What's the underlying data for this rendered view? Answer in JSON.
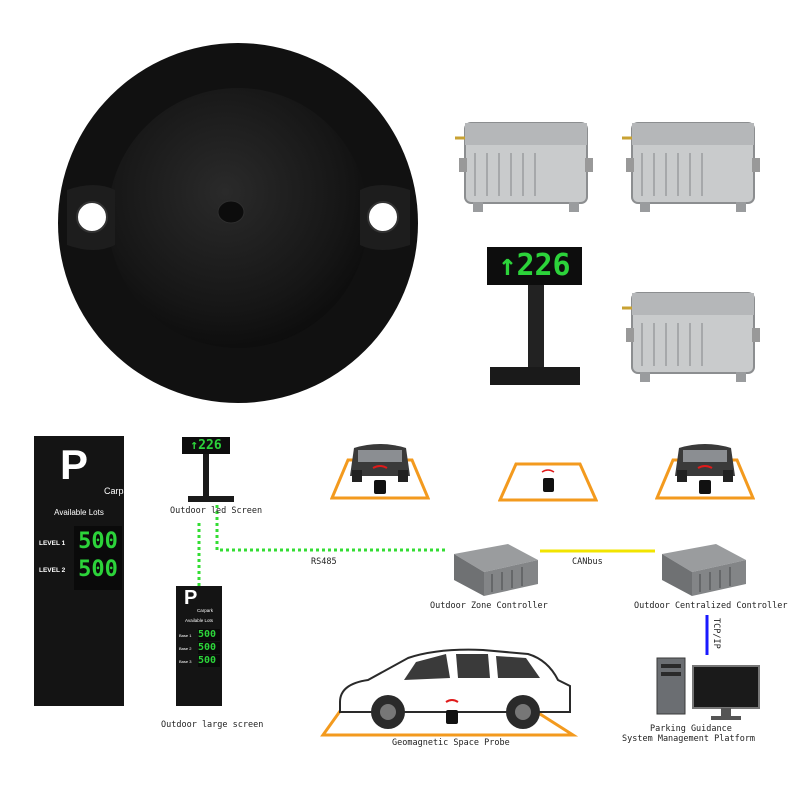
{
  "colors": {
    "led_green": "#2cd33a",
    "rs485_line": "#33dd33",
    "canbus_line": "#f2e400",
    "tcpip_line": "#1a1aff",
    "bay_outline": "#f39a1e"
  },
  "led_display": {
    "arrow": "↑",
    "number": "226"
  },
  "big_sign": {
    "letter": "P",
    "name": "Carpark",
    "subtitle": "Available Lots",
    "rows": [
      {
        "label": "LEVEL  1",
        "value": "500"
      },
      {
        "label": "LEVEL  2",
        "value": "500"
      }
    ]
  },
  "small_sign": {
    "letter": "P",
    "name": "Carpark",
    "subtitle": "Available Lots",
    "rows": [
      {
        "label": "Base 1",
        "value": "500"
      },
      {
        "label": "Base 2",
        "value": "500"
      },
      {
        "label": "Base 3",
        "value": "500"
      }
    ]
  },
  "labels": {
    "outdoor_led_screen": "Outdoor led Screen",
    "rs485": "RS485",
    "canbus": "CANbus",
    "zone_controller": "Outdoor Zone Controller",
    "centralized_controller": "Outdoor Centralized Controller",
    "tcpip": "TCP/IP",
    "large_screen": "Outdoor large screen",
    "probe": "Geomagnetic Space Probe",
    "platform_line1": "Parking Guidance",
    "platform_line2": "System Management Platform"
  }
}
